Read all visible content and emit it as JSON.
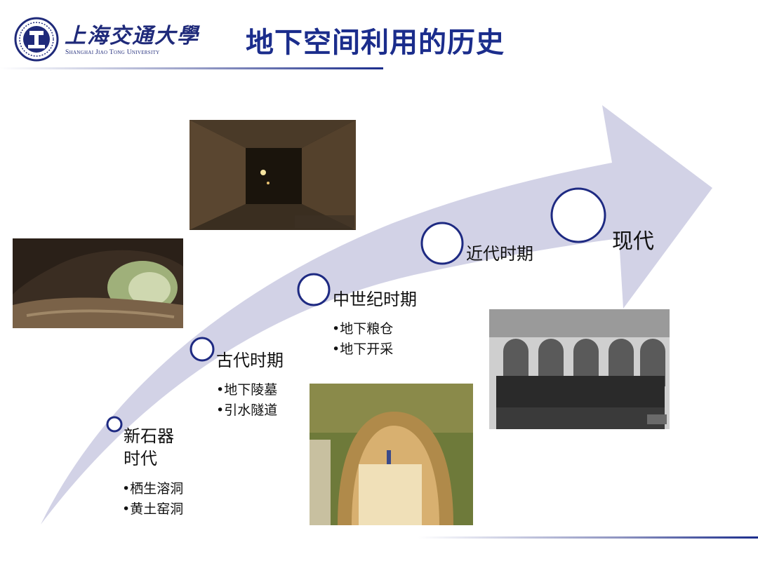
{
  "header": {
    "logo_cn": "上海交通大學",
    "logo_en": "Shanghai Jiao Tong University",
    "title": "地下空间利用的历史"
  },
  "colors": {
    "title_blue": "#1b2d8c",
    "arrow_fill": "#d2d2e6",
    "circle_stroke": "#1e2a82"
  },
  "stages": [
    {
      "label": "新石器\n时代",
      "line1": "新石器",
      "line2": "时代",
      "bullets": [
        "•栖生溶洞",
        "•黄土窑洞"
      ]
    },
    {
      "label": "古代时期",
      "bullets": [
        "•地下陵墓",
        "•引水隧道"
      ]
    },
    {
      "label": "中世纪时期",
      "bullets": [
        "•地下粮仓",
        "•地下开采"
      ]
    },
    {
      "label": "近代时期",
      "bullets": []
    },
    {
      "label": "现代",
      "bullets": []
    }
  ],
  "photos": {
    "catacomb": "catacomb-tunnel-photo",
    "cave": "limestone-cave-photo",
    "granary": "underground-granary-model-photo",
    "subway": "early-subway-historic-photo"
  }
}
